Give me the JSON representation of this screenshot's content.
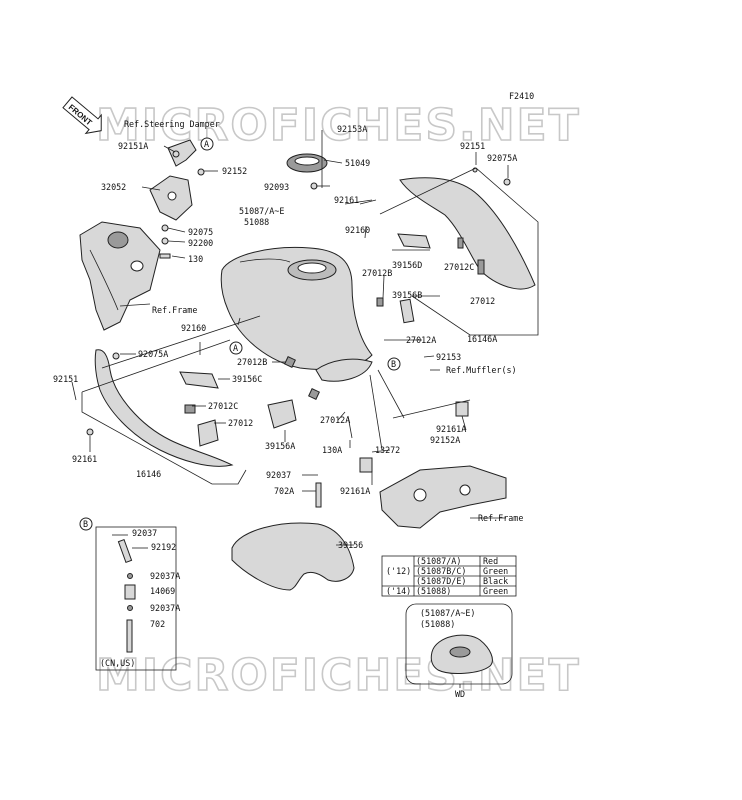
{
  "figure_code": "F2410",
  "watermark": "MICROFICHES.NET",
  "front_label": "FRONT",
  "callouts": {
    "ref_steering_damper": "Ref.Steering Damper",
    "ref_frame_1": "Ref.Frame",
    "ref_frame_2": "Ref.Frame",
    "ref_muffler": "Ref.Muffler(s)",
    "c92151A": "92151A",
    "c92152": "92152",
    "c32052": "32052",
    "c92075_1": "92075",
    "c92200": "92200",
    "c130": "130",
    "c92153A": "92153A",
    "c51049": "51049",
    "c92093": "92093",
    "c51087AE": "51087/A~E",
    "c51088": "51088",
    "c92161_top": "92161",
    "c92160_top": "92160",
    "c27012B_1": "27012B",
    "c39156D": "39156D",
    "c39156B": "39156B",
    "c92151_tr": "92151",
    "c92075A_tr": "92075A",
    "c27012C_r": "27012C",
    "c27012_r": "27012",
    "c16146A": "16146A",
    "c27012A_r": "27012A",
    "c92153": "92153",
    "c92160_l": "92160",
    "c92075A_l": "92075A",
    "c39156C": "39156C",
    "c92151_l": "92151",
    "c27012B_2": "27012B",
    "c27012C_l": "27012C",
    "c27012_l": "27012",
    "c92161_l": "92161",
    "c16146": "16146",
    "c39156A": "39156A",
    "c27012A_c": "27012A",
    "c130A": "130A",
    "c13272": "13272",
    "c92161A_1": "92161A",
    "c92152A": "92152A",
    "c92161A_2": "92161A",
    "c92037": "92037",
    "c702A": "702A",
    "c39156": "39156",
    "circle_A": "A",
    "circle_B": "B"
  },
  "detail_b": {
    "marker": "B",
    "items": [
      "92037",
      "92192",
      "92037A",
      "14069",
      "92037A",
      "702"
    ],
    "region": "(CN,US)"
  },
  "color_table": {
    "rows": [
      {
        "year": "",
        "part": "(51087/A)",
        "color": "Red"
      },
      {
        "year": "('12)",
        "part": "(51087B/C)",
        "color": "Green"
      },
      {
        "year": "",
        "part": "(51087D/E)",
        "color": "Black"
      },
      {
        "year": "('14)",
        "part": "(51088)",
        "color": "Green"
      }
    ]
  },
  "detail_wd": {
    "parts": [
      "(51087/A~E)",
      "(51088)"
    ],
    "label": "WD"
  },
  "colors": {
    "line": "#222222",
    "watermark": "#c8c8c8",
    "part_fill": "#d8d8d8"
  }
}
